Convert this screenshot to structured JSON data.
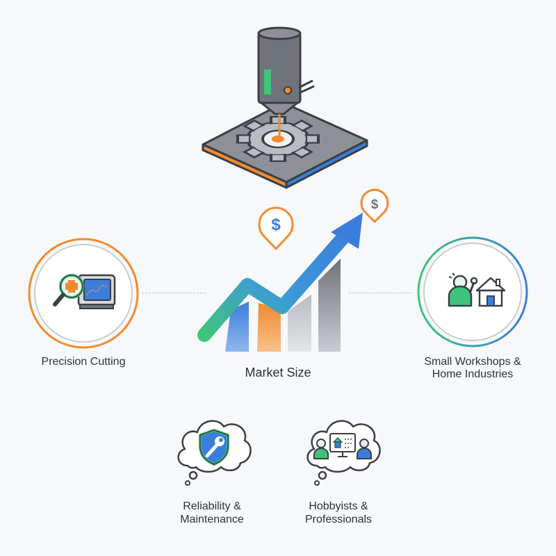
{
  "nodes": {
    "precision": {
      "label": "Precision Cutting",
      "icon": "inspection-machine-icon"
    },
    "market": {
      "label": "Market Size",
      "icon": "growth-chart-icon"
    },
    "workshops": {
      "label_line1": "Small Workshops &",
      "label_line2": "Home Industries",
      "icon": "worker-home-icon"
    },
    "reliability": {
      "label_line1": "Reliability &",
      "label_line2": "Maintenance",
      "icon": "shield-wrench-icon"
    },
    "hobbyists": {
      "label_line1": "Hobbyists &",
      "label_line2": "Professionals",
      "icon": "people-screen-icon"
    }
  },
  "dollar_sign": "$",
  "colors": {
    "orange": "#f28a30",
    "blue": "#3b7ddd",
    "green": "#3ec47a",
    "gray": "#6f747a",
    "ring_gray": "#c9ccd0"
  }
}
